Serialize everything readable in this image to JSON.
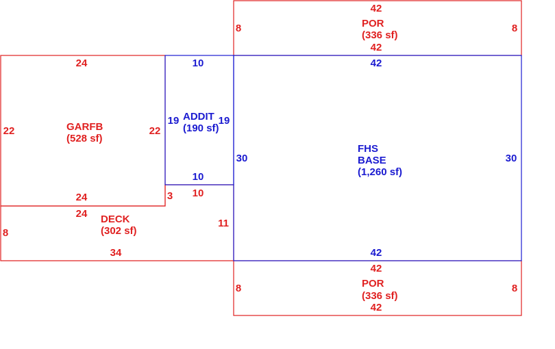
{
  "areas": {
    "por_top": {
      "name": "POR",
      "area": "(336 sf)",
      "top": "42",
      "bottom": "42",
      "left": "8",
      "right": "8",
      "color": "#e02020"
    },
    "garfb": {
      "name": "GARFB",
      "area": "(528 sf)",
      "top": "24",
      "bottom": "24",
      "left": "22",
      "right": "22",
      "color": "#e02020"
    },
    "addit": {
      "name": "ADDIT",
      "area": "(190 sf)",
      "top": "10",
      "bottom": "10",
      "left": "19",
      "right": "19",
      "color": "#1a1ad0"
    },
    "fhs_base": {
      "name1": "FHS",
      "name2": "BASE",
      "area": "(1,260 sf)",
      "top": "42",
      "bottom": "42",
      "left": "30",
      "right": "30",
      "color": "#1a1ad0"
    },
    "deck": {
      "name": "DECK",
      "area": "(302 sf)",
      "top_a": "24",
      "top_b": "10",
      "step": "3",
      "bottom": "34",
      "left": "8",
      "right": "11",
      "color": "#e02020"
    },
    "por_bottom": {
      "name": "POR",
      "area": "(336 sf)",
      "top": "42",
      "bottom": "42",
      "left": "8",
      "right": "8",
      "color": "#e02020"
    }
  }
}
